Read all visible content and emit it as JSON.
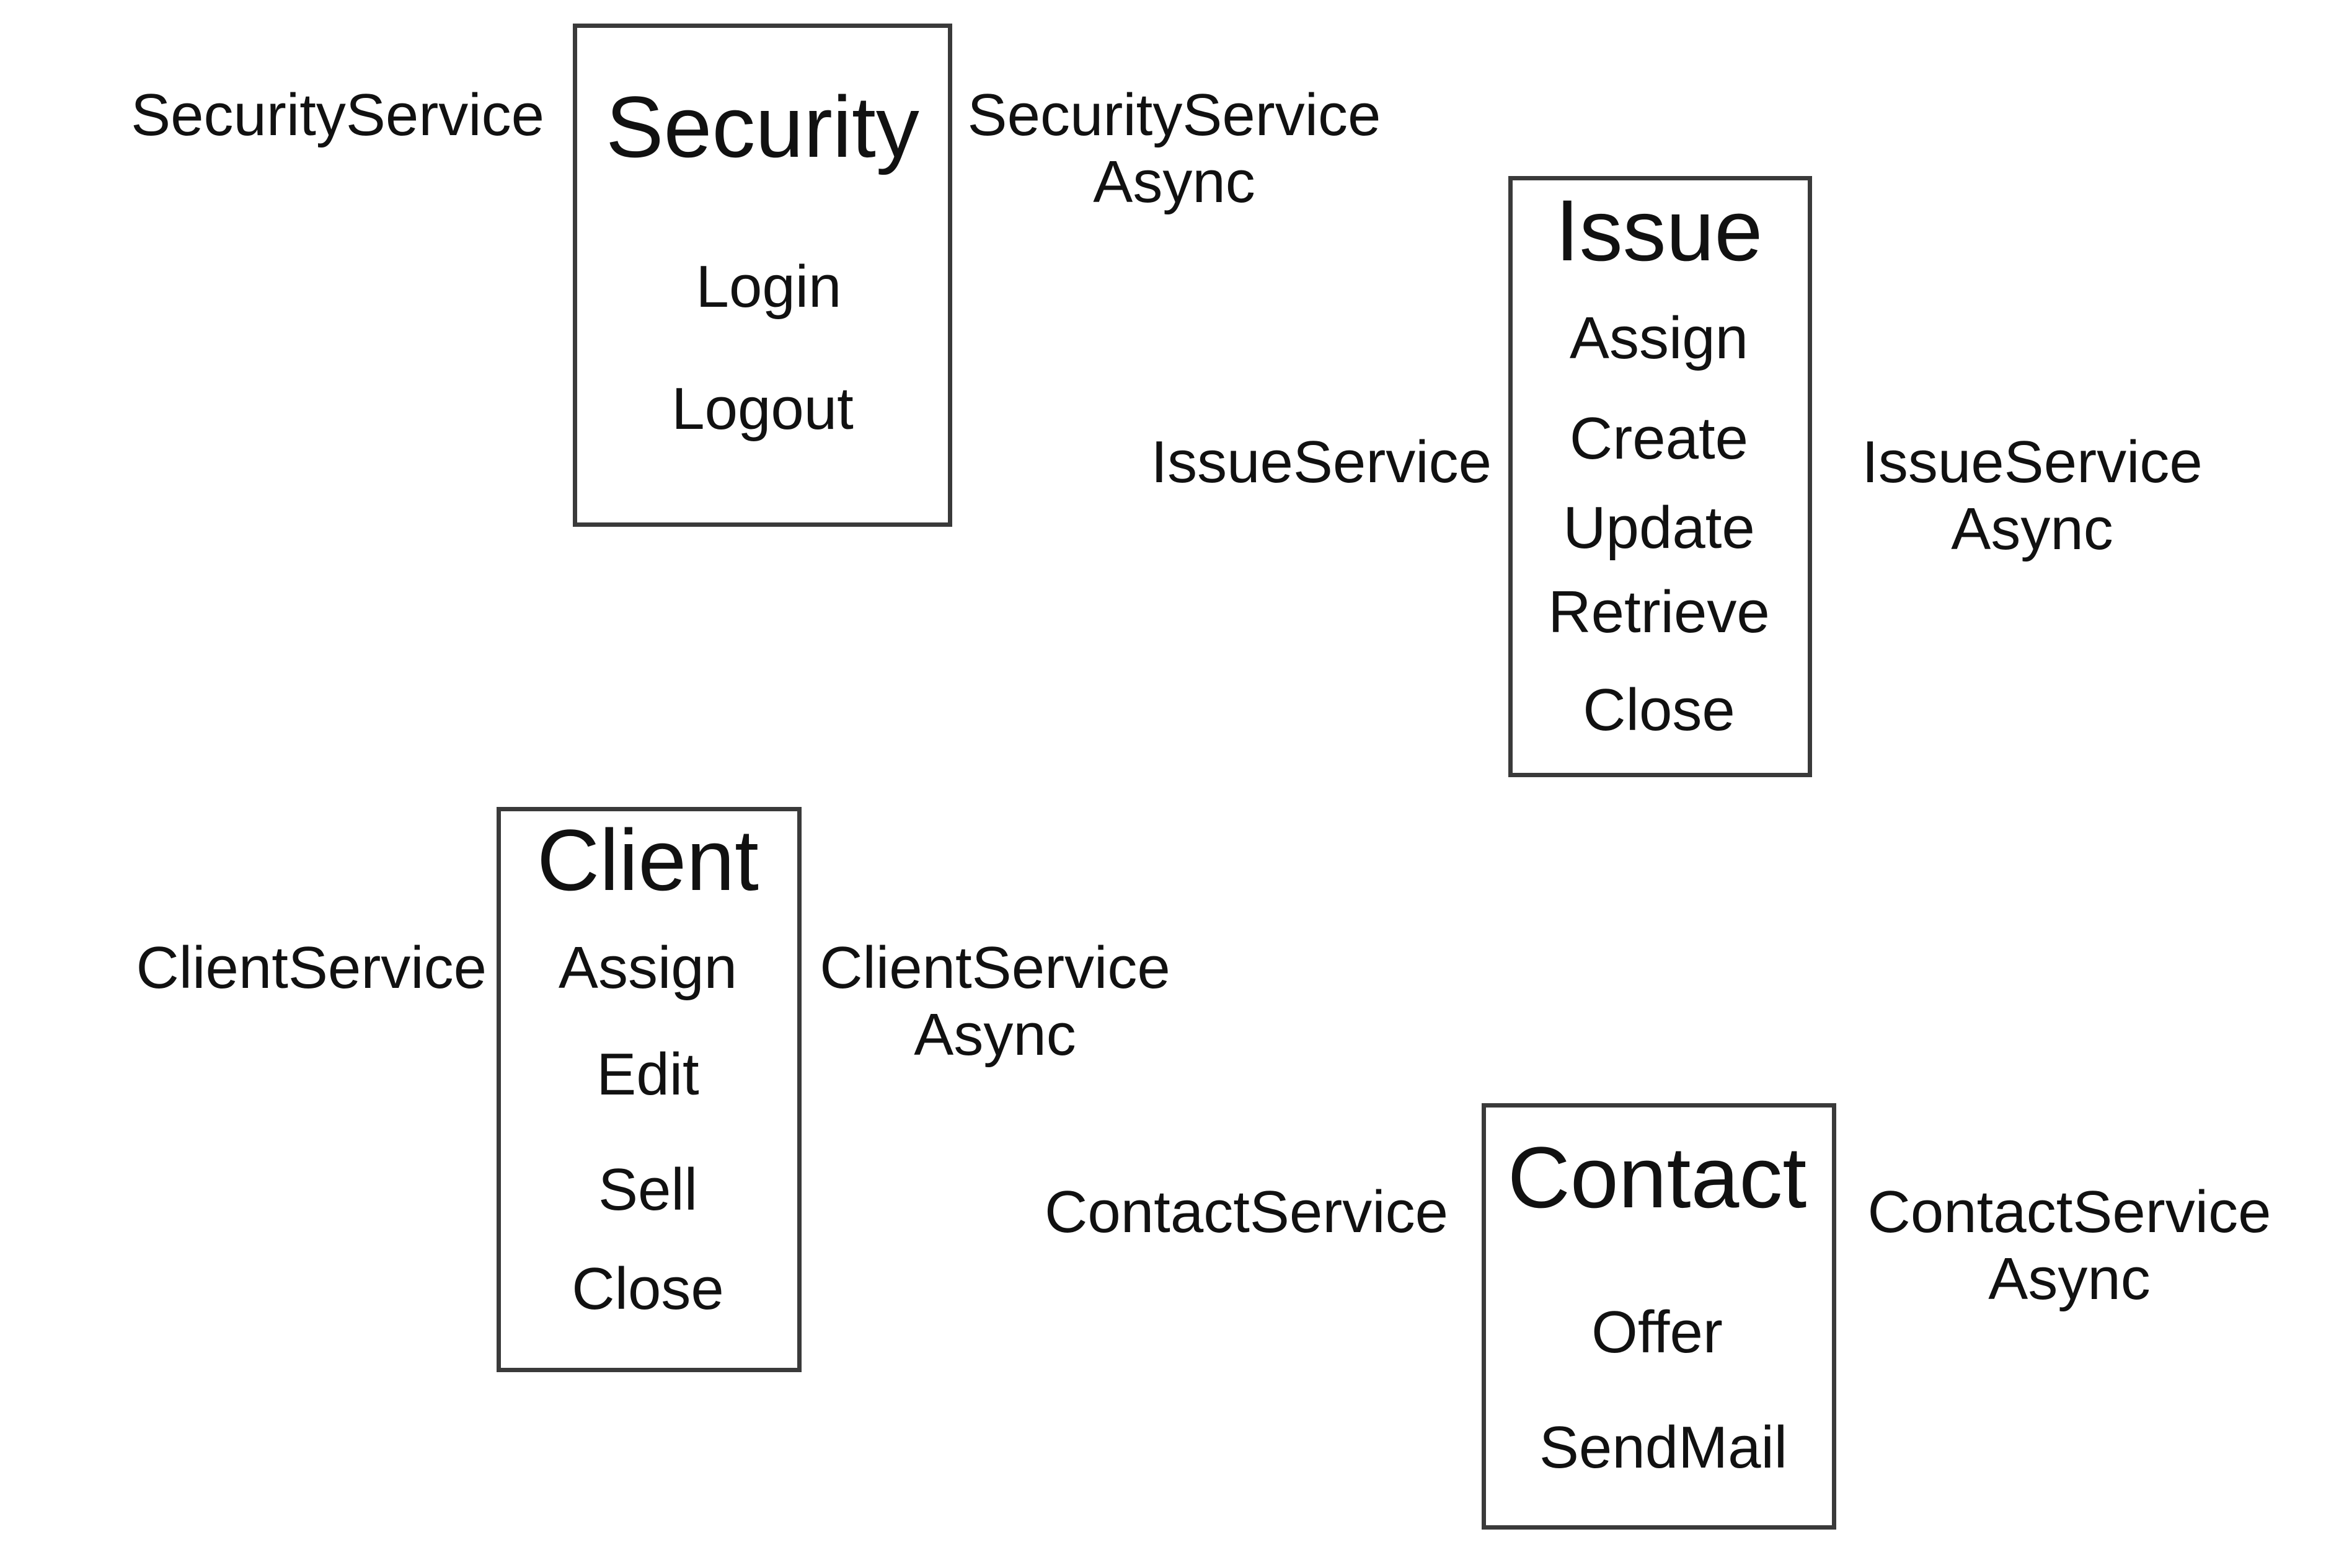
{
  "diagram": {
    "services": [
      {
        "title": "Security",
        "operations": [
          "Login",
          "Logout"
        ],
        "sync_label": "SecurityService",
        "async_label": [
          "SecurityService",
          "Async"
        ]
      },
      {
        "title": "Issue",
        "operations": [
          "Assign",
          "Create",
          "Update",
          "Retrieve",
          "Close"
        ],
        "sync_label": "IssueService",
        "async_label": [
          "IssueService",
          "Async"
        ]
      },
      {
        "title": "Client",
        "operations": [
          "Assign",
          "Edit",
          "Sell",
          "Close"
        ],
        "sync_label": "ClientService",
        "async_label": [
          "ClientService",
          "Async"
        ]
      },
      {
        "title": "Contact",
        "operations": [
          "Offer",
          "SendMail"
        ],
        "sync_label": "ContactService",
        "async_label": [
          "ContactService",
          "Async"
        ]
      }
    ]
  }
}
